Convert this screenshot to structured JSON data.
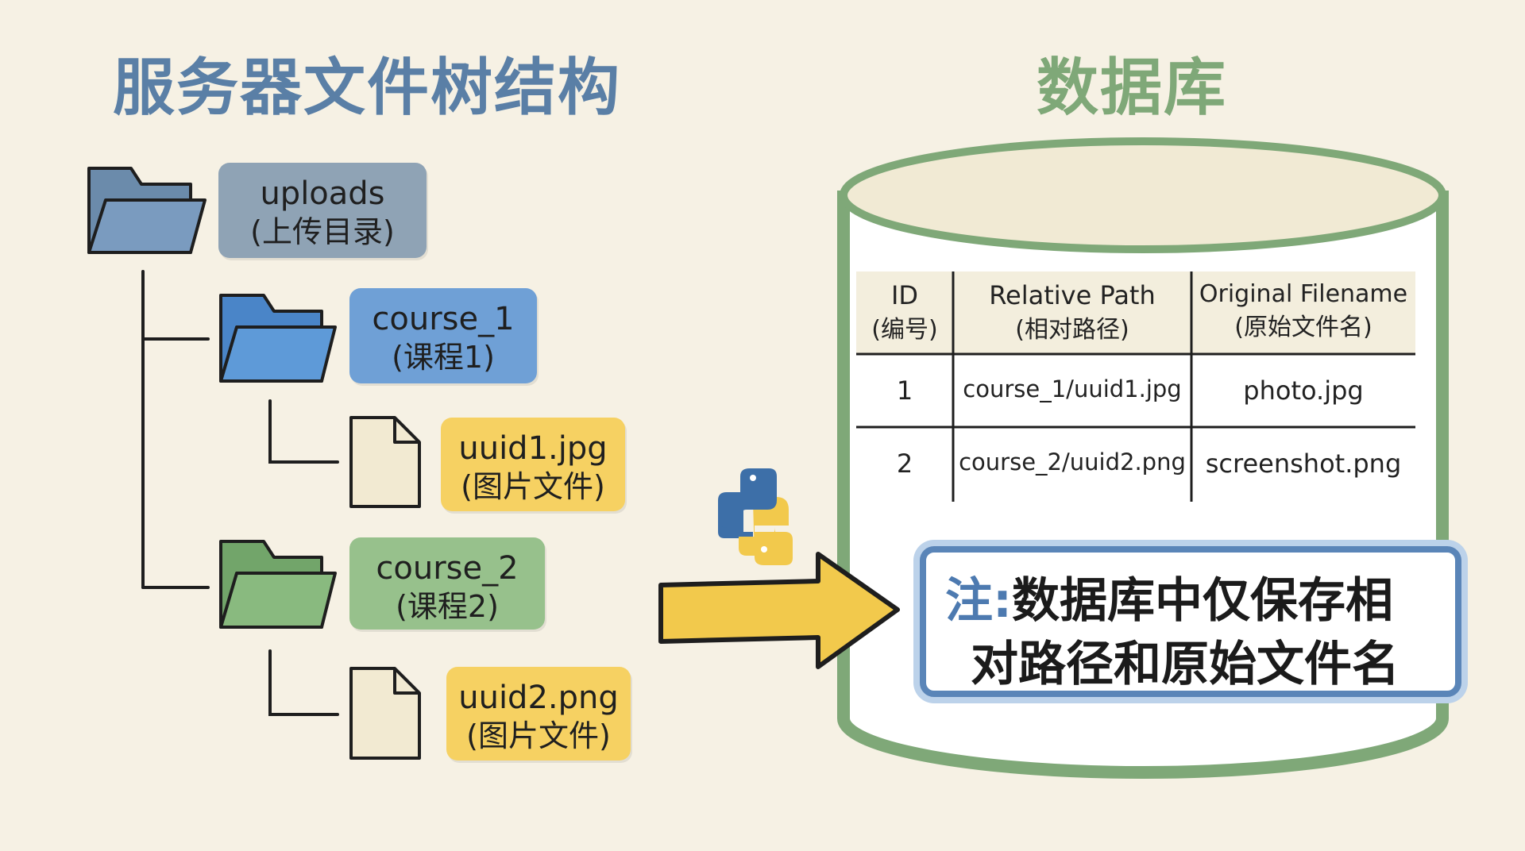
{
  "titles": {
    "tree": "服务器文件树结构",
    "database": "数据库"
  },
  "tree": {
    "uploads": {
      "name": "uploads",
      "desc": "(上传目录)"
    },
    "course_1": {
      "name": "course_1",
      "desc": "(课程1)"
    },
    "uuid1": {
      "name": "uuid1.jpg",
      "desc": "(图片文件)"
    },
    "course_2": {
      "name": "course_2",
      "desc": "(课程2)"
    },
    "uuid2": {
      "name": "uuid2.png",
      "desc": "(图片文件)"
    }
  },
  "table": {
    "headers": [
      {
        "en": "ID",
        "zh": "(编号)"
      },
      {
        "en": "Relative Path",
        "zh": "(相对路径)"
      },
      {
        "en": "Original Filename",
        "zh": "(原始文件名)"
      }
    ],
    "rows": [
      [
        "1",
        "course_1/uuid1.jpg",
        "photo.jpg"
      ],
      [
        "2",
        "course_2/uuid2.png",
        "screenshot.png"
      ]
    ]
  },
  "note": {
    "prefix": "注:",
    "line1": "数据库中仅保存相",
    "line2": "对路径和原始文件名"
  },
  "colors": {
    "tree_title": "#5a7fa6",
    "db_title": "#7fa878",
    "uploads": "#8fa3b5",
    "course_1": "#6fa0d6",
    "course_2": "#97c18c",
    "file_label": "#f6d162",
    "cylinder": "#7fa878",
    "arrow": "#f2c94c",
    "note_border": "#5a85b8"
  },
  "icons": [
    "folder-icon",
    "file-icon",
    "python-logo-icon",
    "arrow-icon",
    "database-cylinder-icon"
  ]
}
